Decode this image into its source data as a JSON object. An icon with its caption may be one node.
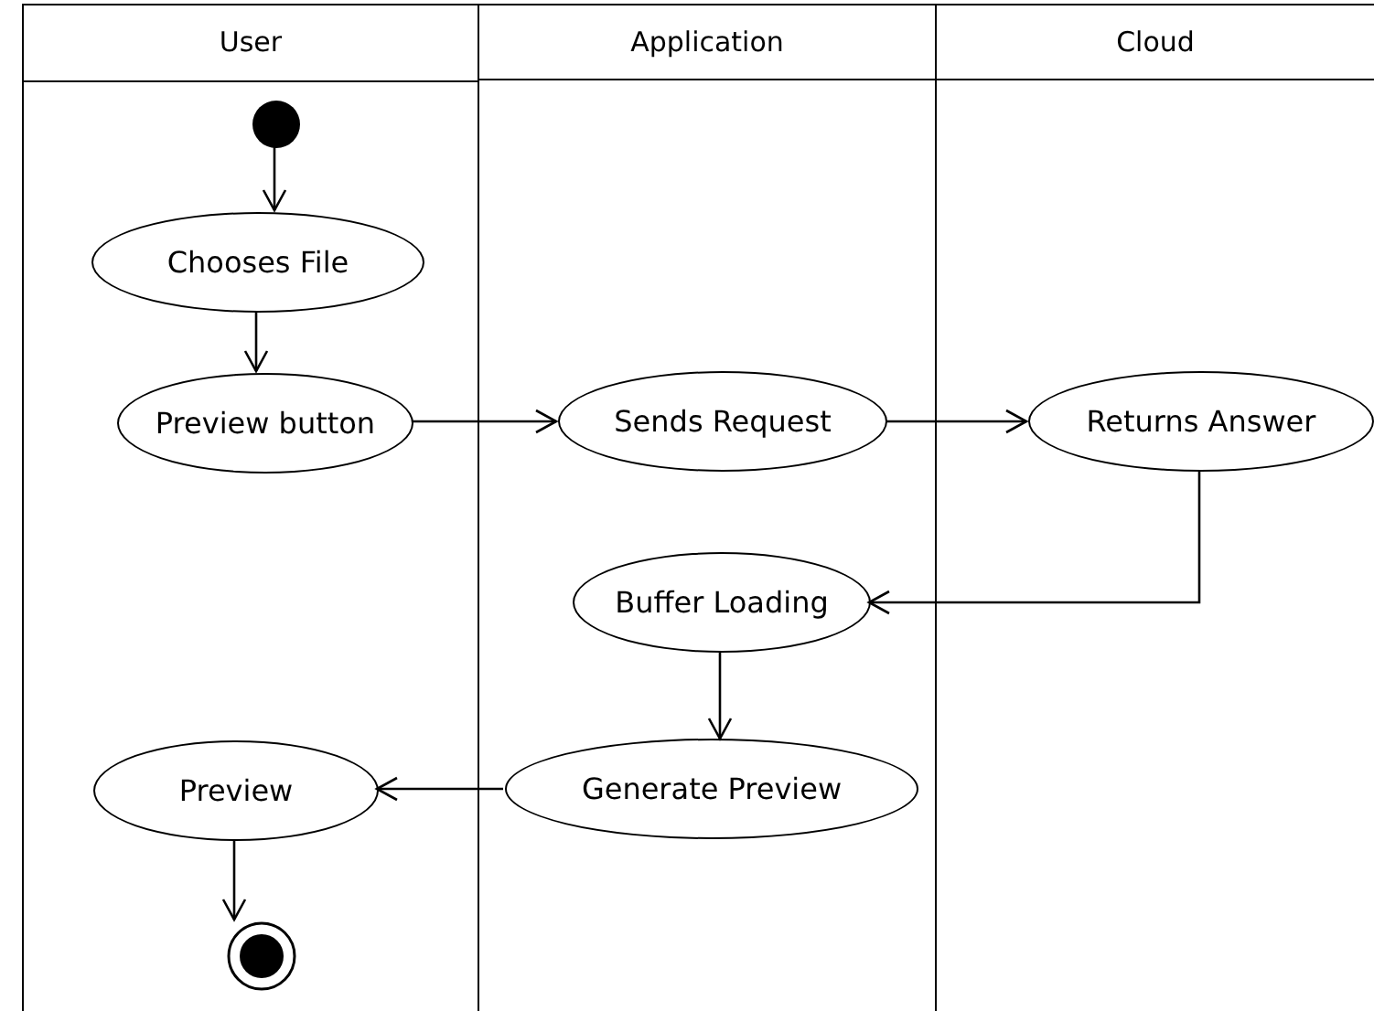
{
  "diagram": {
    "nodes": [
      {
        "text": [
          "User"
        ]
      },
      {
        "text": [
          "Application"
        ]
      },
      {
        "text": [
          "Cloud"
        ]
      },
      {
        "text": [],
        "shape": "circle",
        "in": 0
      },
      {
        "text": [
          "Chooses File"
        ],
        "in": 0
      },
      {
        "text": [
          "Preview button"
        ],
        "in": 0
      },
      {
        "text": [
          "Sends Request"
        ],
        "in": 1
      },
      {
        "text": [
          "Returns Answer"
        ],
        "in": 2
      },
      {
        "text": [
          "Buffer Loading"
        ],
        "in": 1
      },
      {
        "text": [
          "Generate Preview"
        ],
        "in": 1
      },
      {
        "text": [
          "Preview"
        ],
        "in": 0
      },
      {
        "text": [],
        "shape": "circle",
        "in": 0
      }
    ],
    "edges": [
      {
        "from": 3,
        "to": 4,
        "arrow": "to"
      },
      {
        "from": 4,
        "to": 5,
        "arrow": "to"
      },
      {
        "from": 5,
        "to": 6,
        "arrow": "to"
      },
      {
        "from": 6,
        "to": 7,
        "arrow": "to"
      },
      {
        "from": 7,
        "to": 8,
        "arrow": "to"
      },
      {
        "from": 8,
        "to": 9,
        "arrow": "to"
      },
      {
        "from": 9,
        "to": 10,
        "arrow": "to"
      },
      {
        "from": 10,
        "to": 11,
        "arrow": "to"
      }
    ]
  }
}
